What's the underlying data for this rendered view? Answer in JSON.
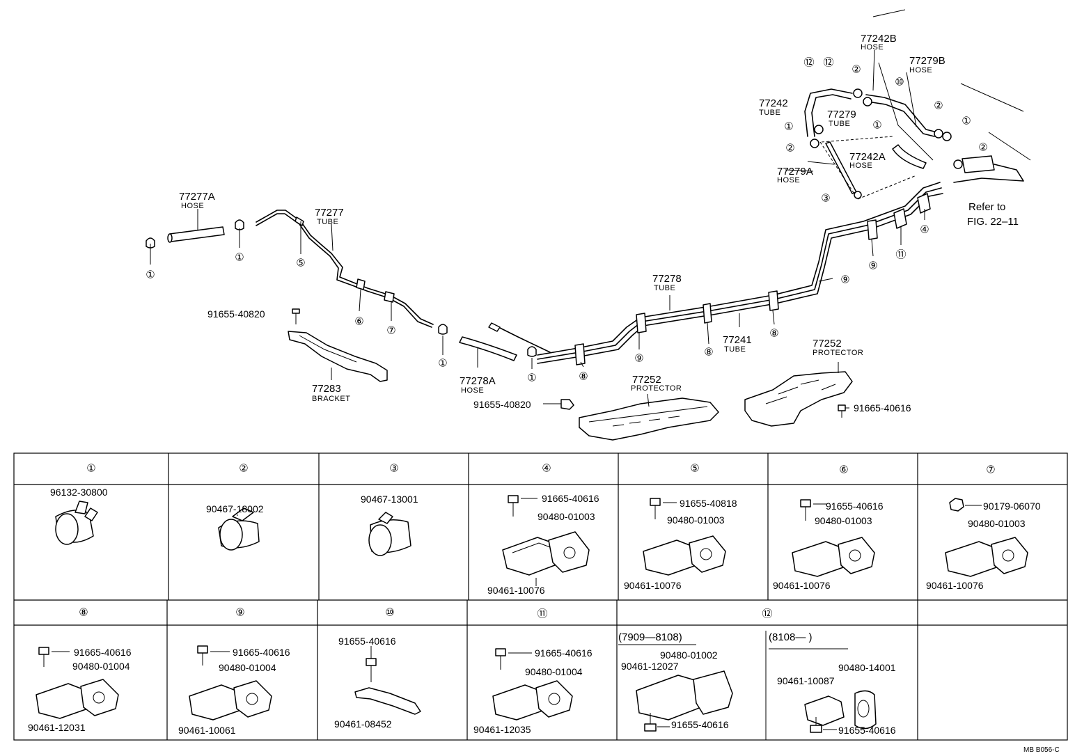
{
  "labels": {
    "hose_77277A": {
      "code": "77277A",
      "sub": "HOSE"
    },
    "tube_77277": {
      "code": "77277",
      "sub": "TUBE"
    },
    "bolt_91655_40820_a": {
      "code": "91655-40820"
    },
    "bracket_77283": {
      "code": "77283",
      "sub": "BRACKET"
    },
    "hose_77278A": {
      "code": "77278A",
      "sub": "HOSE"
    },
    "bolt_91655_40820_b": {
      "code": "91655-40820"
    },
    "tube_77278": {
      "code": "77278",
      "sub": "TUBE"
    },
    "protector_77252_a": {
      "code": "77252",
      "sub": "PROTECTOR"
    },
    "tube_77241": {
      "code": "77241",
      "sub": "TUBE"
    },
    "protector_77252_b": {
      "code": "77252",
      "sub": "PROTECTOR"
    },
    "bolt_91665_40616": {
      "code": "91665-40616"
    },
    "hose_77242B": {
      "code": "77242B",
      "sub": "HOSE"
    },
    "hose_77279B": {
      "code": "77279B",
      "sub": "HOSE"
    },
    "tube_77242": {
      "code": "77242",
      "sub": "TUBE"
    },
    "tube_77279": {
      "code": "77279",
      "sub": "TUBE"
    },
    "hose_77242A": {
      "code": "77242A",
      "sub": "HOSE"
    },
    "hose_77279A": {
      "code": "77279A",
      "sub": "HOSE"
    },
    "refer_line1": "Refer to",
    "refer_line2": "FIG. 22–11"
  },
  "callouts": {
    "c1": "①",
    "c2": "②",
    "c3": "③",
    "c4": "④",
    "c5": "⑤",
    "c6": "⑥",
    "c7": "⑦",
    "c8": "⑧",
    "c9": "⑨",
    "c10": "⑩",
    "c11": "⑪",
    "c12": "⑫"
  },
  "table": {
    "row1": [
      {
        "num": "①",
        "parts": [
          "96132-30800"
        ]
      },
      {
        "num": "②",
        "parts": [
          "90467-18002"
        ]
      },
      {
        "num": "③",
        "parts": [
          "90467-13001"
        ]
      },
      {
        "num": "④",
        "parts": [
          "91665-40616",
          "90480-01003",
          "90461-10076"
        ]
      },
      {
        "num": "⑤",
        "parts": [
          "91655-40818",
          "90480-01003",
          "90461-10076"
        ]
      },
      {
        "num": "⑥",
        "parts": [
          "91655-40616",
          "90480-01003",
          "90461-10076"
        ]
      },
      {
        "num": "⑦",
        "parts": [
          "90179-06070",
          "90480-01003",
          "90461-10076"
        ]
      }
    ],
    "row2": [
      {
        "num": "⑧",
        "parts": [
          "91665-40616",
          "90480-01004",
          "90461-12031"
        ]
      },
      {
        "num": "⑨",
        "parts": [
          "91665-40616",
          "90480-01004",
          "90461-10061"
        ]
      },
      {
        "num": "⑩",
        "parts": [
          "91655-40616",
          "90461-08452"
        ]
      },
      {
        "num": "⑪",
        "parts": [
          "91665-40616",
          "90480-01004",
          "90461-12035"
        ]
      },
      {
        "num": "⑫",
        "variantA": {
          "range": "(7909—8108)",
          "parts": [
            "90480-01002",
            "90461-12027",
            "91655-40616"
          ]
        },
        "variantB": {
          "range": "(8108—        )",
          "parts": [
            "90461-10087",
            "90480-14001",
            "91655-40616"
          ]
        }
      }
    ]
  },
  "footer": "MB  B056-C",
  "icons": [
    "hose-clamp-icon",
    "spring-clamp-icon",
    "bolt-icon",
    "nut-icon",
    "clamp-block-icon",
    "cushion-icon"
  ]
}
